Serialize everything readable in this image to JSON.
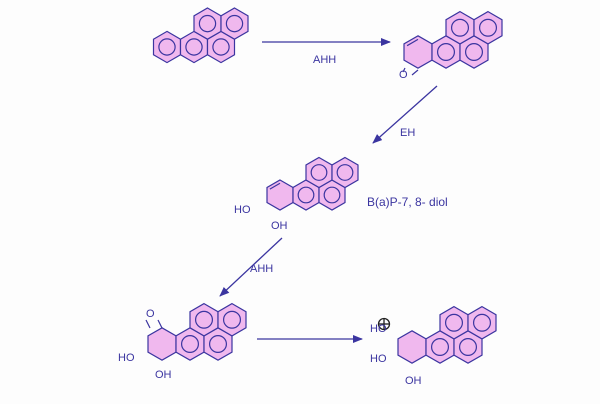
{
  "colors": {
    "stroke": "#3b35a0",
    "ring_fill": "#f0b8ee"
  },
  "steps": [
    {
      "enzyme": "AHH"
    },
    {
      "enzyme": "EH"
    },
    {
      "enzyme": "AHH"
    }
  ],
  "molecules": {
    "epoxide_oxygen": "O",
    "diol_label": "B(a)P-7, 8- diol",
    "diol_ho": "HO",
    "diol_oh": "OH",
    "epoxydiol_o": "O",
    "epoxydiol_ho": "HO",
    "epoxydiol_oh": "OH",
    "cation_ho1": "HO",
    "cation_ho2": "HO",
    "cation_oh": "OH",
    "cation_charge": "+"
  }
}
